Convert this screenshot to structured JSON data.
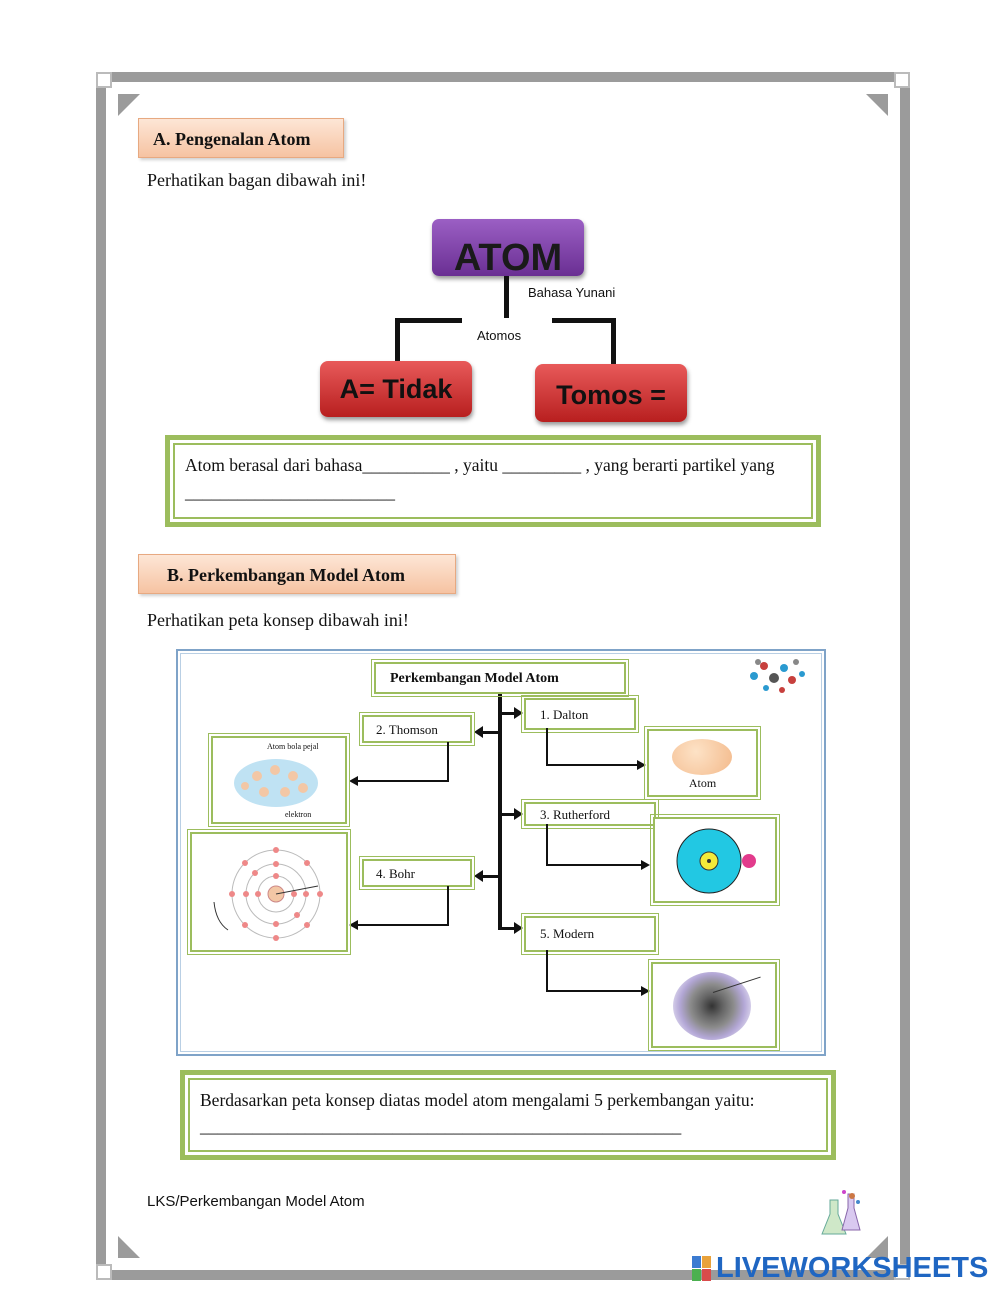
{
  "section_a": {
    "header": "A.  Pengenalan Atom",
    "instruction": "Perhatikan bagan dibawah ini!",
    "diagram": {
      "top": "ATOM",
      "note_right": "Bahasa Yunani",
      "note_center": "Atomos",
      "left": "A= Tidak",
      "right": "Tomos ="
    },
    "answer_text": "Atom berasal dari bahasa__________ , yaitu _________ , yang berarti partikel yang ________________________"
  },
  "section_b": {
    "header": "B. Perkembangan Model Atom",
    "instruction": "Perhatikan peta konsep dibawah ini!",
    "concept_map": {
      "title": "Perkembangan Model Atom",
      "dalton": "1. Dalton",
      "thomson": "2. Thomson",
      "rutherford": "3. Rutherford",
      "bohr": "4. Bohr",
      "modern": "5. Modern",
      "dalton_caption": "Atom",
      "thomson_caption_top": "Atom bola pejal",
      "thomson_caption_bottom": "elektron"
    },
    "answer_text": "Berdasarkan peta konsep diatas model atom mengalami 5 perkembangan yaitu:",
    "answer_line": "_______________________________________________________"
  },
  "footer": {
    "text": "LKS/Perkembangan Model Atom",
    "brand": "LIVEWORKSHEETS"
  },
  "colors": {
    "frame": "#9b9b9b",
    "header_fill": "#f6c3a2",
    "green_border": "#9cbd5d",
    "atom_purple": "#7b3fa0",
    "red_box": "#c62a2a",
    "brand_blue": "#1f66c2"
  }
}
